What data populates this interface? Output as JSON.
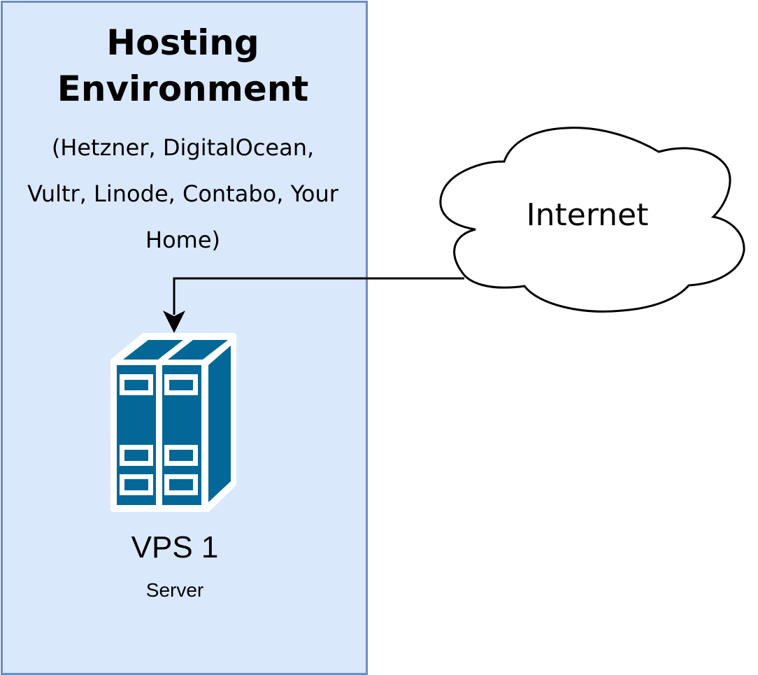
{
  "hosting_environment": {
    "title_lines": [
      "Hosting",
      "Environment"
    ],
    "subtitle_lines": [
      "(Hetzner, DigitalOcean,",
      "Vultr, Linode, Contabo, Your",
      "Home)"
    ],
    "fill_color": "#dae8fc",
    "border_color": "#6c8ebf"
  },
  "server": {
    "name": "VPS 1",
    "type": "Server",
    "icon": "server-rack-icon",
    "color": "#036897"
  },
  "internet": {
    "label": "Internet",
    "icon": "cloud-icon"
  },
  "connection": {
    "from": "Internet",
    "to": "VPS 1",
    "arrow": "arrow-down-icon"
  }
}
